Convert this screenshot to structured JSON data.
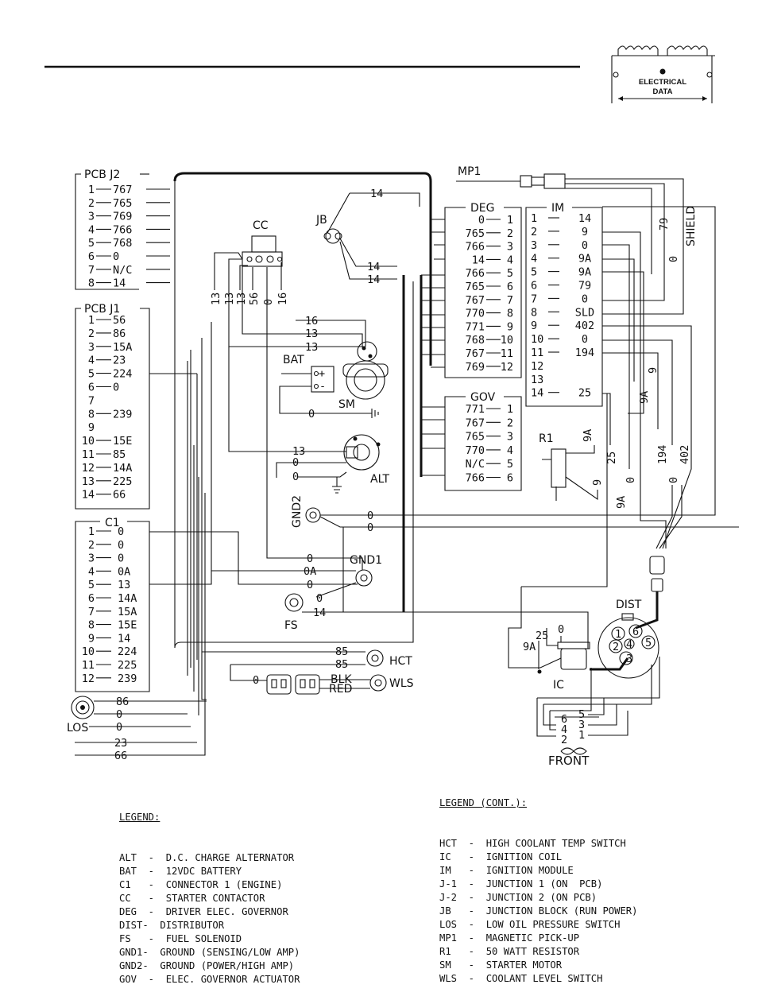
{
  "badge": {
    "line1": "ELECTRICAL",
    "line2": "DATA"
  },
  "pcb_j2": {
    "title": "PCB J2",
    "pins": [
      "1",
      "2",
      "3",
      "4",
      "5",
      "6",
      "7",
      "8"
    ],
    "wires": [
      "767",
      "765",
      "769",
      "766",
      "768",
      "0",
      "N/C",
      "14"
    ]
  },
  "pcb_j1": {
    "title": "PCB J1",
    "pins": [
      "1",
      "2",
      "3",
      "4",
      "5",
      "6",
      "7",
      "8",
      "9",
      "10",
      "11",
      "12",
      "13",
      "14"
    ],
    "wires": [
      "56",
      "86",
      "15A",
      "23",
      "224",
      "0",
      "",
      "239",
      "",
      "15E",
      "85",
      "14A",
      "225",
      "66"
    ]
  },
  "c1": {
    "title": "C1",
    "pins": [
      "1",
      "2",
      "3",
      "4",
      "5",
      "6",
      "7",
      "8",
      "9",
      "10",
      "11",
      "12"
    ],
    "wires": [
      "0",
      "0",
      "0",
      "0A",
      "13",
      "14A",
      "15A",
      "15E",
      "14",
      "224",
      "225",
      "239"
    ]
  },
  "deg": {
    "title": "DEG",
    "wires": [
      "0",
      "765",
      "766",
      "14",
      "766",
      "765",
      "767",
      "770",
      "771",
      "768",
      "767",
      "769"
    ],
    "pins": [
      "1",
      "2",
      "3",
      "4",
      "5",
      "6",
      "7",
      "8",
      "9",
      "10",
      "11",
      "12"
    ]
  },
  "gov": {
    "title": "GOV",
    "wires": [
      "771",
      "767",
      "765",
      "770",
      "N/C",
      "766"
    ],
    "pins": [
      "1",
      "2",
      "3",
      "4",
      "5",
      "6"
    ]
  },
  "im": {
    "title": "IM",
    "pins": [
      "1",
      "2",
      "3",
      "4",
      "5",
      "6",
      "7",
      "8",
      "9",
      "10",
      "11",
      "12",
      "13",
      "14"
    ],
    "wires": [
      "14",
      "9",
      "0",
      "9A",
      "9A",
      "79",
      "0",
      "SLD",
      "402",
      "0",
      "194",
      "",
      "",
      "25"
    ]
  },
  "cc": {
    "title": "CC",
    "wires": [
      "13",
      "13",
      "13",
      "56",
      "0",
      "16"
    ]
  },
  "labels": {
    "mp1": "MP1",
    "jb": "JB",
    "bat": "BAT",
    "sm": "SM",
    "alt": "ALT",
    "gnd2": "GND2",
    "gnd1": "GND1",
    "fs": "FS",
    "hct": "HCT",
    "wls": "WLS",
    "los": "LOS",
    "r1": "R1",
    "dist": "DIST",
    "ic": "IC",
    "front": "FRONT",
    "shield": "SHIELD",
    "blk": "BLK",
    "red": "RED",
    "plus": "+",
    "minus": "-"
  },
  "wire_numbers": {
    "jb_14": "14",
    "jb_14a": "14",
    "jb_14b": "14",
    "mp1_79": "79",
    "mp1_0": "0",
    "sm_16": "16",
    "sm_13a": "13",
    "sm_13b": "13",
    "bat_0": "0",
    "alt_13": "13",
    "alt_0a": "0",
    "alt_0b": "0",
    "gnd2_0a": "0",
    "gnd2_0b": "0",
    "gnd1_0": "0",
    "gnd1_0a": "0A",
    "gnd1_0b": "0",
    "fs_0": "0",
    "fs_14": "14",
    "hct_85a": "85",
    "hct_85b": "85",
    "wls_0": "0",
    "los_86": "86",
    "los_0a": "0",
    "los_0b": "0",
    "bot_23": "23",
    "bot_66": "66",
    "r1_9a": "9A",
    "r1_9": "9",
    "v_9a_top": "9A",
    "v_9": "9",
    "v_25": "25",
    "v_0": "0",
    "v_9a": "9A",
    "v_194": "194",
    "v_0b": "0",
    "v_402": "402",
    "ic_9a": "9A",
    "ic_25": "25",
    "ic_0": "0",
    "dist_1": "1",
    "dist_2": "2",
    "dist_3": "3",
    "dist_4": "4",
    "dist_5": "5",
    "dist_6": "6",
    "fo_5": "5",
    "fo_6": "6",
    "fo_4": "4",
    "fo_3": "3",
    "fo_2": "2",
    "fo_1": "1"
  },
  "legend": {
    "title": "LEGEND:",
    "items": [
      "ALT  -  D.C. CHARGE ALTERNATOR",
      "BAT  -  12VDC BATTERY",
      "C1   -  CONNECTOR 1 (ENGINE)",
      "CC   -  STARTER CONTACTOR",
      "DEG  -  DRIVER ELEC. GOVERNOR",
      "DIST-  DISTRIBUTOR",
      "FS   -  FUEL SOLENOID",
      "GND1-  GROUND (SENSING/LOW AMP)",
      "GND2-  GROUND (POWER/HIGH AMP)",
      "GOV  -  ELEC. GOVERNOR ACTUATOR"
    ]
  },
  "legend_cont": {
    "title": "LEGEND (CONT.):",
    "items": [
      "HCT  -  HIGH COOLANT TEMP SWITCH",
      "IC   -  IGNITION COIL",
      "IM   -  IGNITION MODULE",
      "J-1  -  JUNCTION 1 (ON  PCB)",
      "J-2  -  JUNCTION 2 (ON PCB)",
      "JB   -  JUNCTION BLOCK (RUN POWER)",
      "LOS  -  LOW OIL PRESSURE SWITCH",
      "MP1  -  MAGNETIC PICK-UP",
      "R1   -  50 WATT RESISTOR",
      "SM   -  STARTER MOTOR",
      "WLS  -  COOLANT LEVEL SWITCH"
    ]
  }
}
